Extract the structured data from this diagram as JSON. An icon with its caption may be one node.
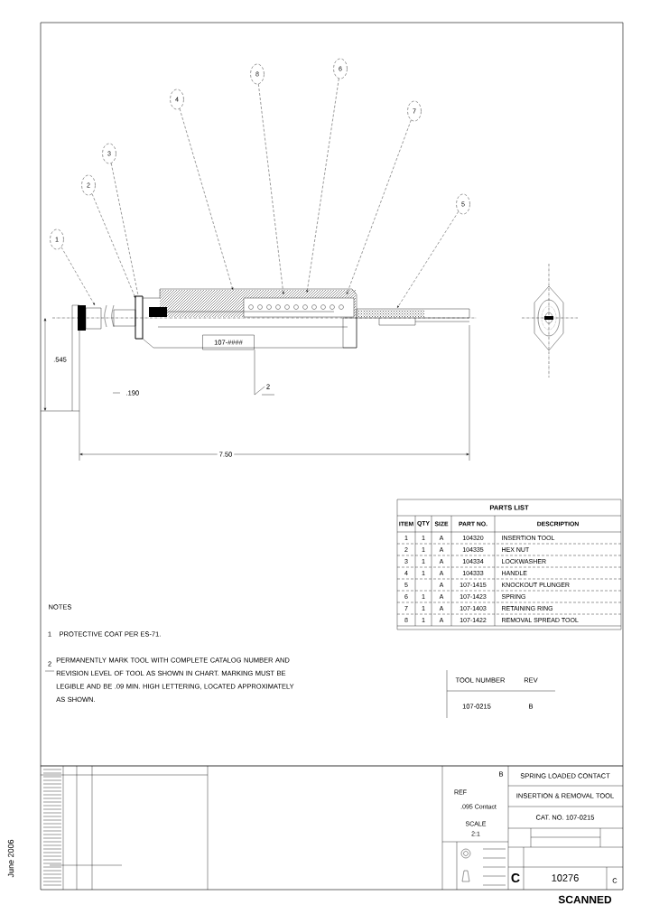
{
  "diagram": {
    "nodes": [
      {
        "text": [
          "1"
        ]
      },
      {
        "text": [
          "2"
        ]
      },
      {
        "text": [
          "3"
        ]
      },
      {
        "text": [
          "4"
        ]
      },
      {
        "text": [
          "8"
        ]
      },
      {
        "text": [
          "6"
        ]
      },
      {
        "text": [
          "7"
        ]
      },
      {
        "text": [
          "5"
        ]
      },
      {
        "text": [
          "2"
        ],
        "in": 9
      },
      {
        "text": [],
        "shape": "picture"
      },
      {
        "text": [
          "107-####"
        ],
        "in": 9
      }
    ],
    "edges": [
      {
        "from": 0,
        "to": 9,
        "arrow": "to",
        "style": "dashed"
      },
      {
        "from": 1,
        "to": 9,
        "arrow": "to",
        "style": "dashed"
      },
      {
        "from": 2,
        "to": 9,
        "arrow": "none",
        "style": "dashed"
      },
      {
        "from": 3,
        "to": 9,
        "arrow": "to",
        "style": "dashed"
      },
      {
        "from": 4,
        "to": 9,
        "arrow": "to",
        "style": "dashed"
      },
      {
        "from": 5,
        "to": 9,
        "arrow": "to",
        "style": "dashed"
      },
      {
        "from": 6,
        "to": 9,
        "arrow": "to",
        "style": "dashed"
      },
      {
        "from": 7,
        "to": 9,
        "arrow": "to",
        "style": "dashed"
      },
      {
        "from": 8,
        "to": 10,
        "arrow": "none"
      }
    ],
    "labels": [
      ".545",
      ".190",
      "7.50",
      "PARTS LIST",
      "ITEM",
      "QTY",
      "SIZE",
      "PART NO.",
      "DESCRIPTION",
      "1",
      "1",
      "A",
      "104320",
      "INSERTION TOOL",
      "2",
      "1",
      "A",
      "104335",
      "HEX NUT",
      "3",
      "1",
      "A",
      "104334",
      "LOCKWASHER",
      "4",
      "1",
      "A",
      "104333",
      "HANDLE",
      "5",
      "A",
      "107-1415",
      "KNOCKOUT PLUNGER",
      "6",
      "1",
      "A",
      "107-1423",
      "SPRING",
      "7",
      "1",
      "A",
      "107-1403",
      "RETAINING RING",
      "8",
      "1",
      "A",
      "107-1422",
      "REMOVAL SPREAD TOOL",
      "NOTES",
      "1",
      "PROTECTIVE COAT PER ES-71.",
      "2",
      "PERMANENTLY MARK TOOL WITH COMPLETE CATALOG NUMBER AND REVISION LEVEL OF TOOL AS SHOWN IN CHART. MARKING MUST BE LEGIBLE AND BE .09 MIN. HIGH LETTERING, LOCATED APPROXIMATELY AS SHOWN.",
      "TOOL NUMBER",
      "REV",
      "107-0215",
      "B",
      "June 2006",
      "B",
      "REF",
      ".095 Contact",
      "SPRING LOADED CONTACT",
      "INSERTION & REMOVAL TOOL",
      "CAT. NO. 107-0215",
      "SCALE",
      "2:1",
      "C",
      "10276",
      "C",
      "SCANNED"
    ]
  }
}
